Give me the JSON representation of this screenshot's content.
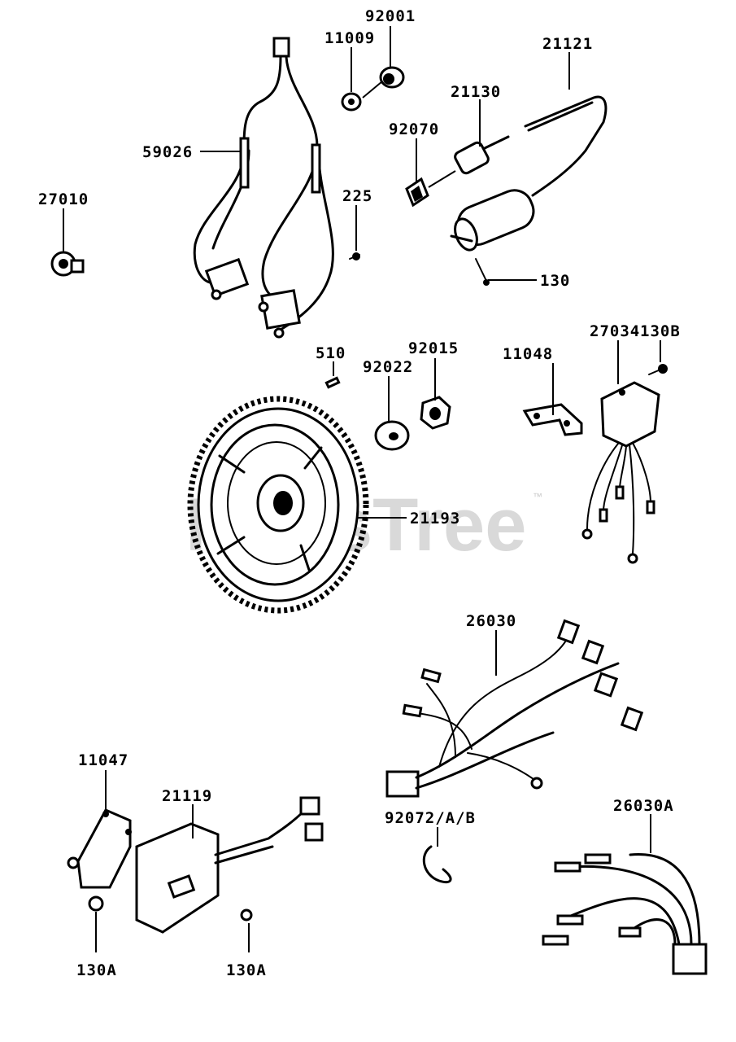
{
  "watermark": {
    "text": "PartsTree",
    "tm": "™"
  },
  "parts": [
    {
      "id": "p-92001",
      "label": "92001"
    },
    {
      "id": "p-11009",
      "label": "11009"
    },
    {
      "id": "p-21121",
      "label": "21121"
    },
    {
      "id": "p-21130",
      "label": "21130"
    },
    {
      "id": "p-92070",
      "label": "92070"
    },
    {
      "id": "p-59026",
      "label": "59026"
    },
    {
      "id": "p-27010",
      "label": "27010"
    },
    {
      "id": "p-225",
      "label": "225"
    },
    {
      "id": "p-130",
      "label": "130"
    },
    {
      "id": "p-130B",
      "label": "130B"
    },
    {
      "id": "p-510",
      "label": "510"
    },
    {
      "id": "p-92015",
      "label": "92015"
    },
    {
      "id": "p-92022",
      "label": "92022"
    },
    {
      "id": "p-27034",
      "label": "27034"
    },
    {
      "id": "p-11048",
      "label": "11048"
    },
    {
      "id": "p-21193",
      "label": "21193"
    },
    {
      "id": "p-26030",
      "label": "26030"
    },
    {
      "id": "p-11047",
      "label": "11047"
    },
    {
      "id": "p-21119",
      "label": "21119"
    },
    {
      "id": "p-92072",
      "label": "92072/A/B"
    },
    {
      "id": "p-26030A",
      "label": "26030A"
    },
    {
      "id": "p-130A-left",
      "label": "130A"
    },
    {
      "id": "p-130A-right",
      "label": "130A"
    }
  ]
}
